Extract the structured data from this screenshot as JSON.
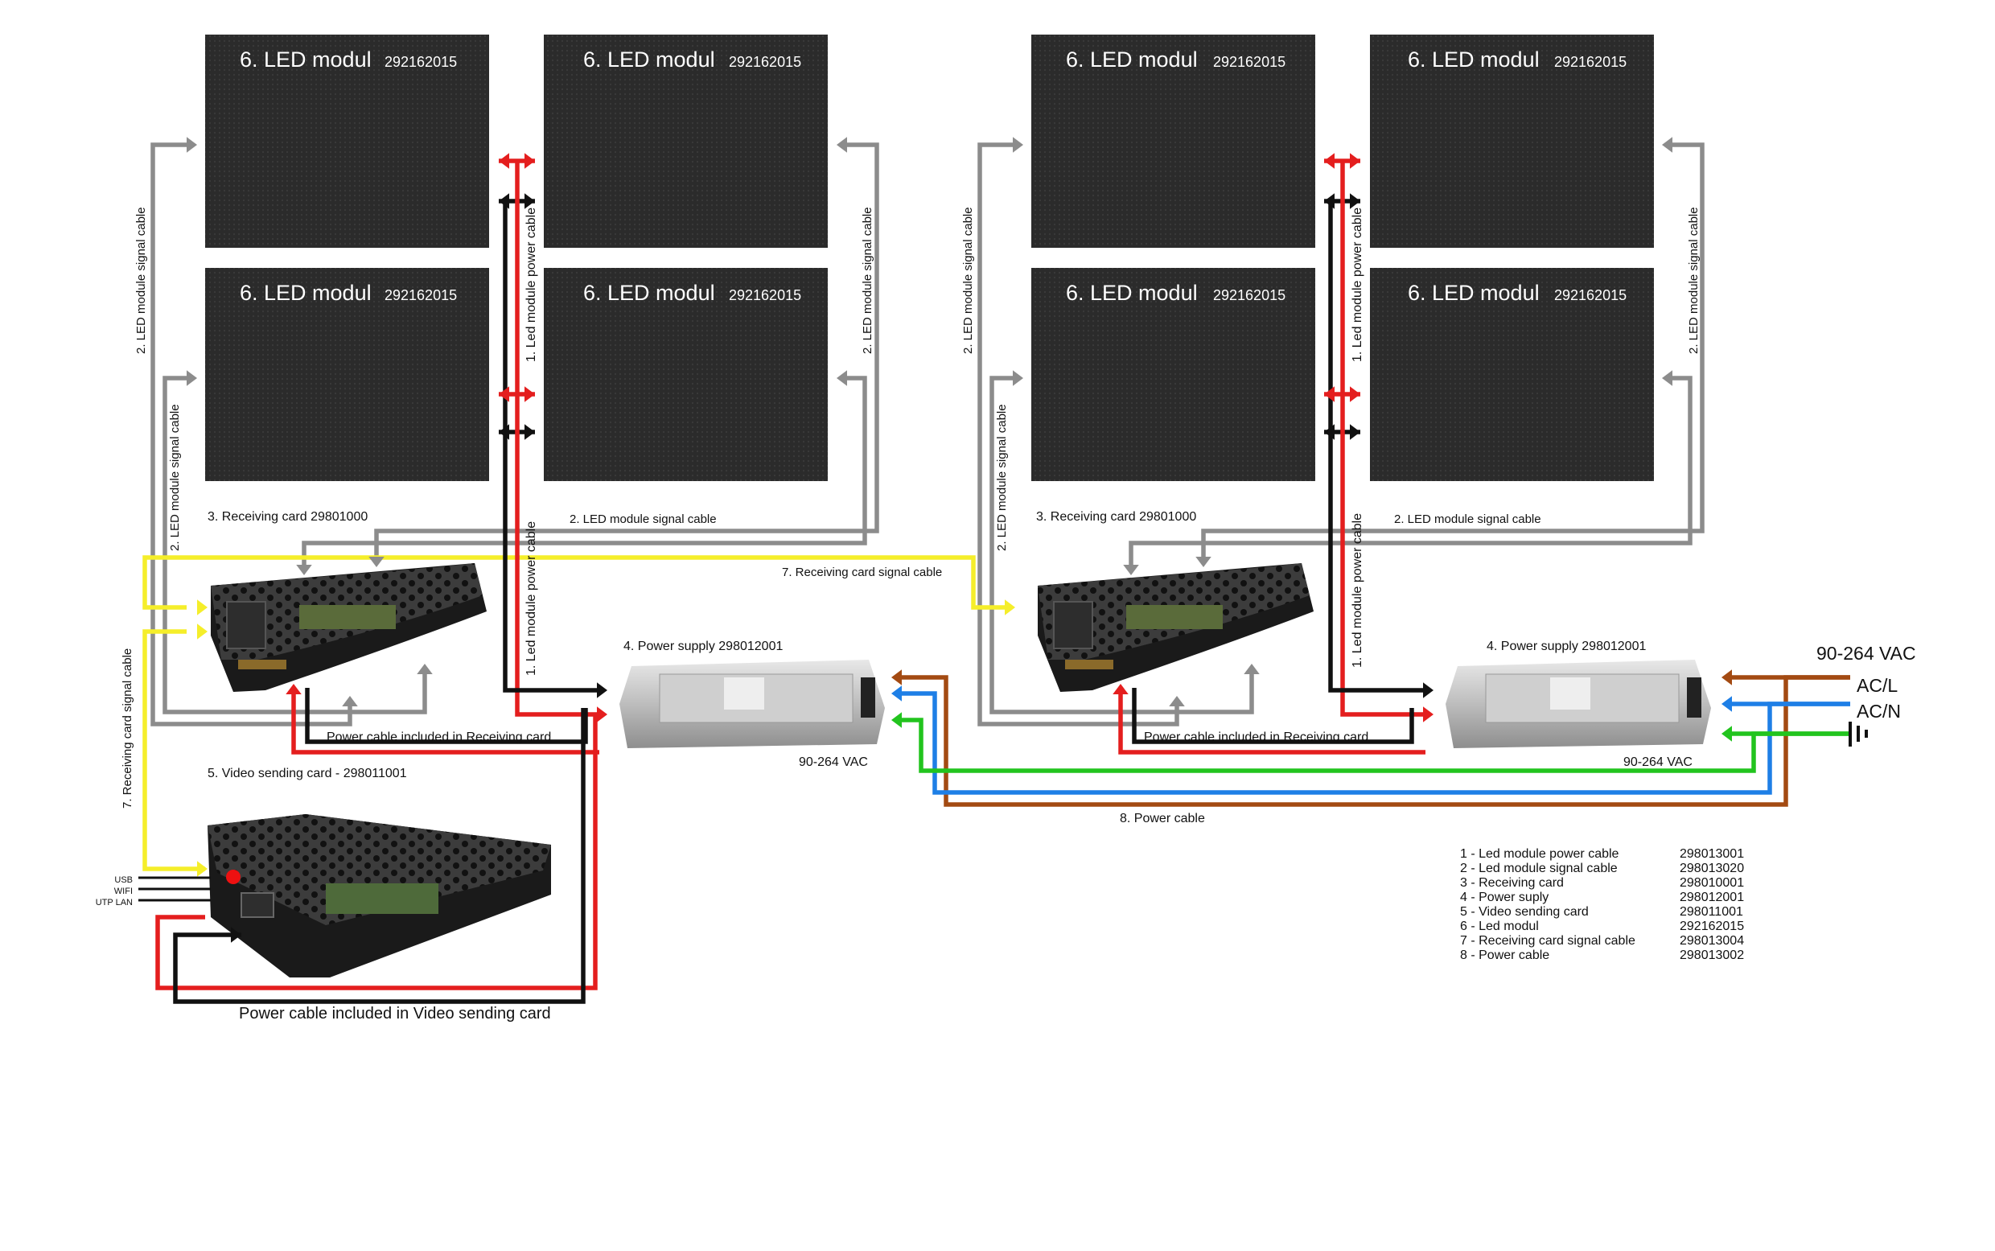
{
  "colors": {
    "signal": "#8c8c8c",
    "power_red": "#e41e1e",
    "power_black": "#111111",
    "receiving_signal": "#f5ee2a",
    "ac_l": "#a34a12",
    "ac_n": "#1e7fe6",
    "ground": "#22c41e",
    "panel": "#2a2a2a"
  },
  "icons": {
    "ground": "ground-icon",
    "arrow": "arrowhead-icon"
  },
  "panels": [
    {
      "title": "6. LED modul",
      "code": "292162015"
    },
    {
      "title": "6. LED modul",
      "code": "292162015"
    },
    {
      "title": "6. LED modul",
      "code": "292162015"
    },
    {
      "title": "6. LED modul",
      "code": "292162015"
    },
    {
      "title": "6. LED modul",
      "code": "292162015"
    },
    {
      "title": "6. LED modul",
      "code": "292162015"
    },
    {
      "title": "6. LED modul",
      "code": "292162015"
    },
    {
      "title": "6. LED modul",
      "code": "292162015"
    }
  ],
  "labels": {
    "receiving_card_left": "3. Receiving card 29801000",
    "receiving_card_right": "3. Receiving card 29801000",
    "signal_cable_left_h": "2. LED module signal cable",
    "signal_cable_right_h": "2. LED module signal cable",
    "signal_cable_v1": "2. LED module signal cable",
    "signal_cable_v2": "2. LED module signal cable",
    "signal_cable_v3": "2. LED module signal cable",
    "signal_cable_v4": "2. LED module signal cable",
    "signal_cable_v5": "2. LED module signal cable",
    "signal_cable_v6": "2. LED module signal cable",
    "power_cable_v1": "1.  Led module power cable",
    "power_cable_v2": "1.  Led module power cable",
    "power_cable_v3": "1.  Led module power cable",
    "power_cable_v4": "1.  Led module power cable",
    "receiving_card_signal_h": "7. Receiving card signal cable",
    "receiving_card_signal_v": "7. Receiving card signal cable",
    "psu_left": "4. Power supply 298012001",
    "psu_right": "4. Power supply 298012001",
    "vac_left": "90-264 VAC",
    "vac_right": "90-264 VAC",
    "vac_main": "90-264 VAC",
    "ac_l": "AC/L",
    "ac_n": "AC/N",
    "power_included_receiving_left": "Power cable included in Receiving card",
    "power_included_receiving_right": "Power cable included in Receiving card",
    "video_sending_card": "5. Video sending card - 298011001",
    "power_included_video": "Power cable included in Video sending card",
    "power_cable_8": "8. Power cable",
    "usb": "USB",
    "wifi": "WIFI",
    "utp_lan": "UTP LAN"
  },
  "legend": [
    {
      "name": "1 - Led module power cable",
      "code": "298013001"
    },
    {
      "name": "2 - Led module signal cable",
      "code": "298013020"
    },
    {
      "name": "3 - Receiving card",
      "code": "298010001"
    },
    {
      "name": "4 - Power suply",
      "code": "298012001"
    },
    {
      "name": "5 - Video sending card",
      "code": "298011001"
    },
    {
      "name": "6 - Led modul",
      "code": "292162015"
    },
    {
      "name": "7 - Receiving card signal cable",
      "code": "298013004"
    },
    {
      "name": "8 - Power cable",
      "code": "298013002"
    }
  ]
}
